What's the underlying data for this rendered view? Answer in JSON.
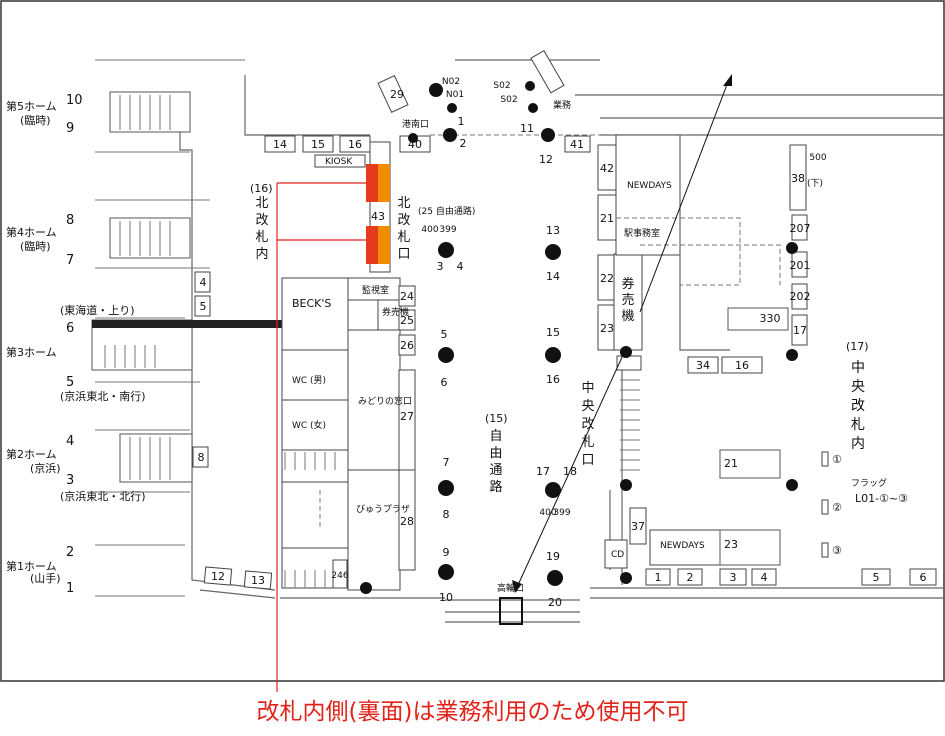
{
  "platforms": [
    {
      "name": "第5ホーム",
      "tracks": [
        "10",
        "9"
      ],
      "note": "(臨時)"
    },
    {
      "name": "第4ホーム",
      "tracks": [
        "8",
        "7"
      ],
      "note": "(臨時)"
    },
    {
      "name": "第3ホーム",
      "tracks": [
        "6",
        "5"
      ],
      "notes": [
        "(東海道・上り)",
        "(京浜東北・南行)"
      ]
    },
    {
      "name": "第2ホーム",
      "tracks": [
        "4",
        "3"
      ],
      "notes": [
        "(京浜)",
        "(京浜東北・北行)"
      ]
    },
    {
      "name": "第1ホーム",
      "tracks": [
        "2",
        "1"
      ],
      "note": "(山手)"
    }
  ],
  "gates": {
    "north": {
      "label": "北改札口",
      "inner": "北改札内",
      "inner_number": "(16)"
    },
    "central": {
      "label": "中央改札口",
      "inner": "中央改札内",
      "inner_number": "(17)"
    },
    "minato": "港南口",
    "free_passage": "自由通路",
    "free_passage_number": "(15)",
    "free_passage_25": "(25 自由通路)"
  },
  "facilities": {
    "becks": "BECK'S",
    "kansitsu": "監視室",
    "kenbaiki": "券売機",
    "wc_m": "WC (男)",
    "wc_f": "WC (女)",
    "midori": "みどりの窓口",
    "view_plaza": "びゅうプラザ",
    "newdays": "NEWDAYS",
    "ekijimu": "駅事務室",
    "kiosk": "KIOSK",
    "cd": "CD",
    "takanawa": "高輪口",
    "flag_title": "フラッグ",
    "flag_range": "L01-①~③",
    "flags": [
      "①",
      "②",
      "③"
    ],
    "gyomu": "業務",
    "shita": "(下)"
  },
  "board_numbers": {
    "top_row": [
      "14",
      "15",
      "16",
      "40",
      "41"
    ],
    "vertical_left": [
      "4",
      "5",
      "8"
    ],
    "bottom_left": [
      "12",
      "13"
    ],
    "north_gate": [
      "43"
    ],
    "kenbai_col": [
      "24",
      "25",
      "26"
    ],
    "midori_col": [
      "27",
      "28"
    ],
    "ticket_col": [
      "42",
      "21",
      "22",
      "23"
    ],
    "right_col": [
      "38",
      "500",
      "207",
      "201",
      "202",
      "17",
      "330"
    ],
    "under_machines": [
      "34",
      "16"
    ],
    "free_boards": [
      "400",
      "399"
    ],
    "platform_boards": [
      "21",
      "23",
      "37",
      "246"
    ],
    "bottom_right": [
      "1",
      "2",
      "3",
      "4",
      "5",
      "6"
    ],
    "slanted": [
      "29"
    ]
  },
  "pillars": {
    "top": [
      "1",
      "2",
      "11",
      "12",
      "N02",
      "N01",
      "S02",
      "S02"
    ],
    "middle": [
      "3",
      "4",
      "5",
      "6",
      "7",
      "8",
      "9",
      "10",
      "13",
      "14",
      "15",
      "16",
      "17",
      "18",
      "19",
      "20"
    ]
  },
  "note": "改札内側(裏面)は業務利用のため使用不可",
  "colors": {
    "red": "#e53a1c",
    "orange": "#f08c00",
    "line_red": "#e2231a"
  }
}
